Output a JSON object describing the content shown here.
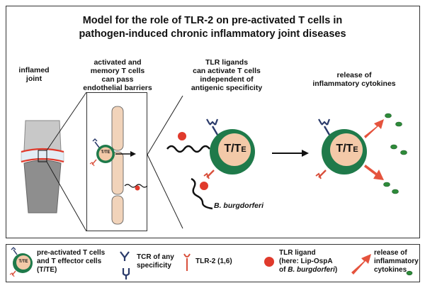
{
  "title": {
    "line1": "Model for the role of TLR-2 on pre-activated T cells in",
    "line2": "pathogen-induced chronic inflammatory joint diseases"
  },
  "panels": {
    "joint": {
      "line1": "inflamed",
      "line2": "joint"
    },
    "barrier": {
      "line1": "activated and",
      "line2": "memory T cells",
      "line3": "can pass",
      "line4": "endothelial barriers"
    },
    "ligands": {
      "line1": "TLR ligands",
      "line2": "can activate T cells",
      "line3": "independent of",
      "line4": "antigenic specificity"
    },
    "release": {
      "line1": "release of",
      "line2": "inflammatory cytokines"
    }
  },
  "cell_labels": {
    "small": "T/TE",
    "large": "T/TE",
    "large_main": "T/T",
    "large_sub": "E"
  },
  "pathogen_label": "B. burgdorferi",
  "legend": {
    "tcell": {
      "line1": "pre-activated T cells",
      "line2": "and T effector cells",
      "line3": "(T/TE)"
    },
    "tcr": {
      "line1": "TCR of any",
      "line2": "specificity"
    },
    "tlr2": {
      "line1": "TLR-2 (1,6)"
    },
    "ligand": {
      "line1": "TLR ligand",
      "line2": "(here: Lip-OspA",
      "line3_pre": "of",
      "line3_it": "B. burgdorferi",
      "line3_post": ")"
    },
    "cytokine": {
      "line1": "release of",
      "line2": "inflammatory",
      "line3": "cytokines"
    }
  },
  "colors": {
    "cell_body": "#f3c9a8",
    "cell_ring": "#1f7a4a",
    "tcr": "#2a3a6a",
    "tlr2": "#d9503c",
    "ligand": "#e03a2c",
    "cytokine": "#2e8b3a",
    "release_arrow": "#e5533d",
    "vessel": "#f1d3ba"
  },
  "icons": [
    "joint-icon",
    "t-cell-icon",
    "tcr-icon",
    "tlr2-icon",
    "ligand-icon",
    "cytokine-icon",
    "arrow-icon"
  ]
}
